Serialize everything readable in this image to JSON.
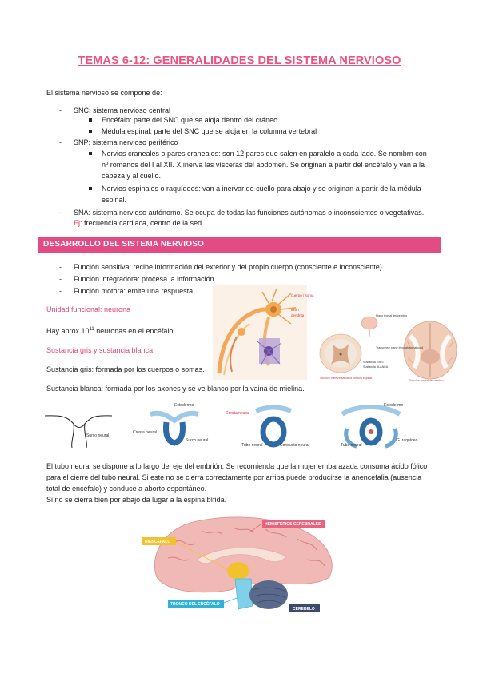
{
  "title": "TEMAS 6-12: GENERALIDADES DEL SISTEMA NERVIOSO",
  "intro": "El sistema nervioso se compone de:",
  "snc": {
    "label": "SNC: sistema nervioso central",
    "items": [
      "Encéfalo: parte del SNC que se aloja dentro del cráneo",
      "Médula espinal: parte del SNC que se aloja en la columna vertebral"
    ]
  },
  "snp": {
    "label": "SNP: sistema nervioso periférico",
    "item1_lines": [
      "Nervios craneales o pares craneales: son 12 pares que salen en paralelo a cada lado. Se nombrn con",
      "nº romanos del I al XII. X inerva las vísceras del abdomen. Se originan a partir del encéfalo y van a la",
      "cabeza y al cuello."
    ],
    "item2_lines": [
      "Nervios espinales o raquídeos: van a inervar de cuello para abajo y se originan a partir de la médula",
      "espinal."
    ]
  },
  "sna": {
    "label": "SNA: sistema nervioso autónomo. Se ocupa de todas las funciones autónomas o inconscientes o vegetativas.",
    "example_label": "Ej:",
    "example_text": " frecuencia cardiaca, centro de la sed…"
  },
  "section": {
    "title": "DESARROLLO DEL SISTEMA NERVIOSO"
  },
  "functions": [
    "Función sensitiva: recibe información del exterior y del propio cuerpo (consciente e inconsciente).",
    "Función integradora: procesa la información.",
    "Función motora: emite una respuesta."
  ],
  "unidad": {
    "heading": "Unidad funcional: neurona",
    "text_before": "Hay aprox 10",
    "exponent": "11",
    "text_after": " neuronas en el encéfalo."
  },
  "sustancia": {
    "heading": "Sustancia gris y sustancia blanca:",
    "gris": "Sustancia gris: formada por los cuerpos o somas.",
    "blanca": "Sustancia blanca: formada por los axones y se ve blanco por la vaina de mielina."
  },
  "neuron_fig": {
    "labels": [
      "cuerpo / soma",
      "axón",
      "dendrita"
    ]
  },
  "cord_fig": {
    "labels": [
      "Plano frontal del cerebro",
      "Transverse plane through spinal cord",
      "Sustancia GRIS",
      "Sustancia BLANCA",
      "Sección transversal de la médula espinal",
      "Sección frontal del cerebro"
    ]
  },
  "tube_fig": {
    "labels": [
      "Surco neural",
      "Ectodermo",
      "Cresta neural",
      "Surco neural",
      "Cresta neural",
      "Tubo neural",
      "Conducto neural",
      "Ectodermo",
      "Tubo neural",
      "G. raquídeo"
    ]
  },
  "tubo_text": [
    "El tubo neural se dispone a lo largo del eje del embrión. Se recomienda que la mujer embarazada consuma ácido fólico",
    "para el cierre del tubo neural. Si este no se cierra correctamente por arriba puede producirse la anencefalia (ausencia",
    "total de encéfalo) y conduce a aborto espontáneo.",
    "Si no se cierra bien por abajo da lugar a la espina bífida."
  ],
  "brain_fig": {
    "labels": [
      "HEMISFERIOS CEREBRALES",
      "DIENCÉFALO",
      "TRONCO DEL ENCÉFALO",
      "CEREBELO"
    ],
    "colors": {
      "hemisferios": "#e8637e",
      "diencefalo": "#f2c12e",
      "tronco": "#2fb1d8",
      "cerebelo": "#3b4a6b"
    }
  },
  "colors": {
    "accent": "#e8547e",
    "section_bar": "#e24b84",
    "example": "#d8263b"
  }
}
